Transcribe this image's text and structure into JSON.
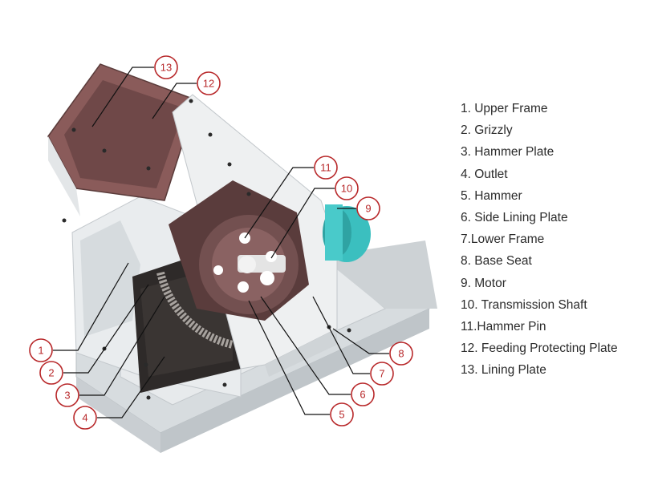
{
  "legend": [
    "1. Upper Frame",
    "2. Grizzly",
    "3. Hammer Plate",
    "4. Outlet",
    "5. Hammer",
    "6. Side Lining Plate",
    "7.Lower Frame",
    "8. Base Seat",
    "9. Motor",
    "10. Transmission Shaft",
    "11.Hammer Pin",
    "12. Feeding Protecting Plate",
    "13. Lining Plate"
  ],
  "callouts": [
    "1",
    "2",
    "3",
    "4",
    "5",
    "6",
    "7",
    "8",
    "9",
    "10",
    "11",
    "12",
    "13"
  ],
  "colors": {
    "callout": "#b8282a",
    "frame": "#dfe3e6",
    "hopper": "#7a4f4f",
    "rotor": "#6e4c4c",
    "motor": "#3bbfbf"
  }
}
